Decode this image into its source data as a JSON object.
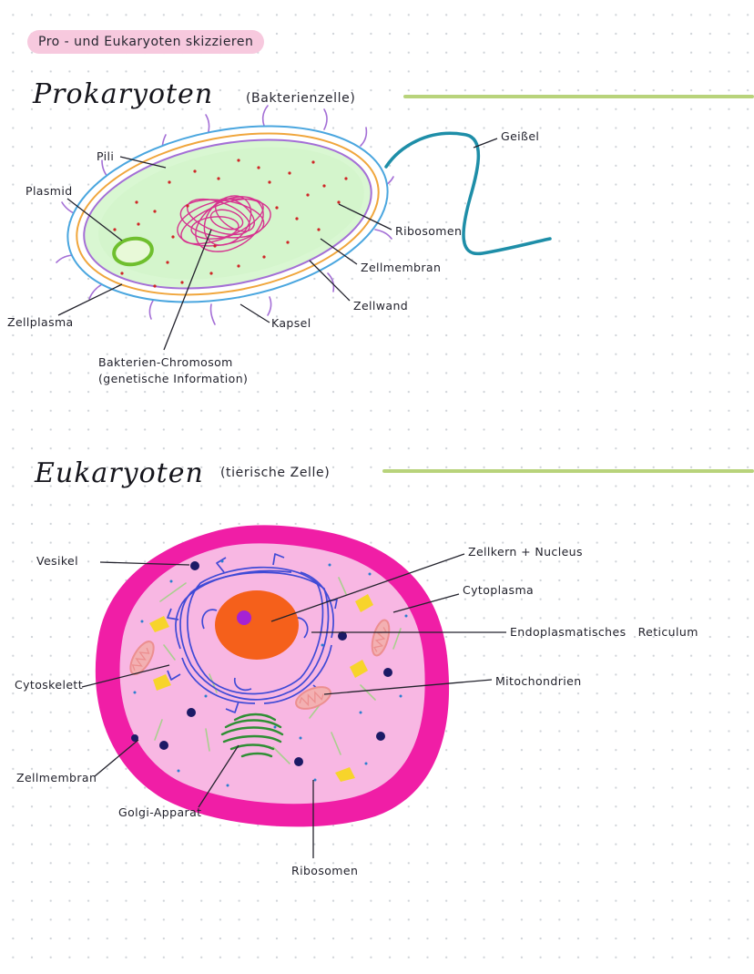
{
  "header": {
    "tag": "Pro - und   Eukaryoten skizzieren"
  },
  "prokaryote": {
    "title": "Prokaryoten",
    "subtitle": "(Bakterienzelle)",
    "labels": {
      "pili": "Pili",
      "plasmid": "Plasmid",
      "geissel": "Geißel",
      "ribosomen": "Ribosomen",
      "zellmembran": "Zellmembran",
      "zellwand": "Zellwand",
      "kapsel": "Kapsel",
      "zellplasma": "Zellplasma",
      "chromosom_1": "Bakterien-Chromosom",
      "chromosom_2": "(genetische Information)"
    }
  },
  "eukaryote": {
    "title": "Eukaryoten",
    "subtitle": "(tierische Zelle)",
    "labels": {
      "vesikel": "Vesikel",
      "zellkern": "Zellkern + Nucleus",
      "cytoplasma": "Cytoplasma",
      "er": "Endoplasmatisches   Reticulum",
      "cytoskelett": "Cytoskelett",
      "mitochondrien": "Mitochondrien",
      "zellmembran": "Zellmembran",
      "golgi": "Golgi-Apparat",
      "ribosomen": "Ribosomen"
    }
  },
  "colors": {
    "rule": "#b8d37b",
    "tag_bg": "#f7c9de",
    "capsule": "#4aa6df",
    "cell_wall": "#f0a63c",
    "membrane_pro": "#a46fd6",
    "cytoplasm_pro": "#d9f7d2",
    "chromosome": "#d6338f",
    "plasmid": "#6fbf2e",
    "ribosome_pro": "#cf2626",
    "flagellum": "#1e8ea8",
    "membrane_euk": "#f01ea6",
    "cytoplasm_euk": "#f8b7e3",
    "nucleus": "#f5601b",
    "nucleolus": "#a522d4",
    "er": "#3f4ad6",
    "mitochondrion": "#ec8f90",
    "golgi": "#2f8f34",
    "vesicle": "#1c1a66",
    "yellow": "#f7d42b",
    "cytoskeleton": "#a9cf8e",
    "ribosome_euk": "#2a7fd0"
  }
}
